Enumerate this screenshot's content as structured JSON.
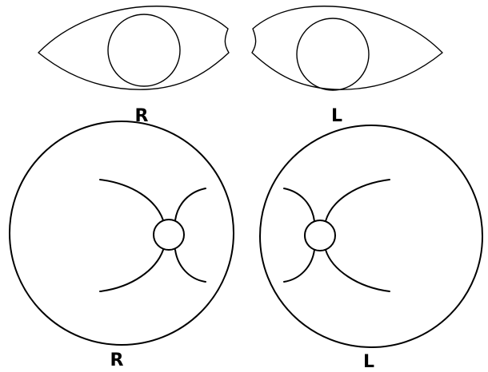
{
  "external_view": {
    "right_eye_label": "R",
    "left_eye_label": "L"
  },
  "fundus_view": {
    "right_eye_label": "R",
    "left_eye_label": "L"
  }
}
